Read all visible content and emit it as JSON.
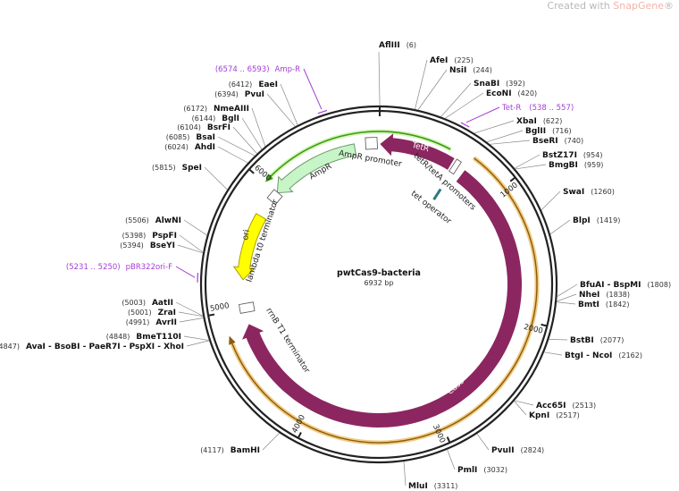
{
  "watermark": {
    "prefix": "Created with ",
    "brand": "SnapGene",
    "suffix": "®"
  },
  "plasmid": {
    "name": "pwtCas9-bacteria",
    "length": "6932 bp",
    "total_bp": 6932
  },
  "ticks": [
    "1000",
    "2000",
    "3000",
    "4000",
    "5000",
    "6000"
  ],
  "colors": {
    "cas9": "#8b2660",
    "ampr": "#c8f5c8",
    "ori": "#ffff00",
    "orange": "#e8a82a",
    "green_line": "#3e9a12",
    "primer": "#a43cd8",
    "backbone": "#222222"
  },
  "features": [
    {
      "label": "TetR",
      "type": "cds"
    },
    {
      "label": "Cas9",
      "type": "cds"
    },
    {
      "label": "AmpR",
      "type": "cds"
    },
    {
      "label": "ori",
      "type": "rep_origin"
    },
    {
      "label": "AmpR promoter",
      "type": "promoter"
    },
    {
      "label": "tetR/tetA promoters",
      "type": "promoter"
    },
    {
      "label": "tet operator",
      "type": "protein_bind"
    },
    {
      "label": "lambda t0 terminator",
      "type": "terminator"
    },
    {
      "label": "rrnB T1 terminator",
      "type": "terminator"
    }
  ],
  "primers": [
    {
      "name": "Amp-R",
      "range": "(6574 .. 6593)",
      "bp": 6583
    },
    {
      "name": "Tet-R",
      "range": "(538 .. 557)",
      "bp": 547
    },
    {
      "name": "pBR322ori-F",
      "range": "(5231 .. 5250)",
      "bp": 5240
    }
  ],
  "enzymes": [
    {
      "name": "AflIII",
      "pos": "(6)",
      "bp": 6
    },
    {
      "name": "AfeI",
      "pos": "(225)",
      "bp": 225
    },
    {
      "name": "NsiI",
      "pos": "(244)",
      "bp": 244
    },
    {
      "name": "SnaBI",
      "pos": "(392)",
      "bp": 392
    },
    {
      "name": "EcoNI",
      "pos": "(420)",
      "bp": 420
    },
    {
      "name": "XbaI",
      "pos": "(622)",
      "bp": 622
    },
    {
      "name": "BglII",
      "pos": "(716)",
      "bp": 716
    },
    {
      "name": "BseRI",
      "pos": "(740)",
      "bp": 740
    },
    {
      "name": "BstZ17I",
      "pos": "(954)",
      "bp": 954
    },
    {
      "name": "BmgBI",
      "pos": "(959)",
      "bp": 959
    },
    {
      "name": "SwaI",
      "pos": "(1260)",
      "bp": 1260
    },
    {
      "name": "BlpI",
      "pos": "(1419)",
      "bp": 1419
    },
    {
      "name": "BfuAI - BspMI",
      "pos": "(1808)",
      "bp": 1808
    },
    {
      "name": "NheI",
      "pos": "(1838)",
      "bp": 1838
    },
    {
      "name": "BmtI",
      "pos": "(1842)",
      "bp": 1842
    },
    {
      "name": "BstBI",
      "pos": "(2077)",
      "bp": 2077
    },
    {
      "name": "BtgI - NcoI",
      "pos": "(2162)",
      "bp": 2162
    },
    {
      "name": "Acc65I",
      "pos": "(2513)",
      "bp": 2513
    },
    {
      "name": "KpnI",
      "pos": "(2517)",
      "bp": 2517
    },
    {
      "name": "PvuII",
      "pos": "(2824)",
      "bp": 2824
    },
    {
      "name": "PmlI",
      "pos": "(3032)",
      "bp": 3032
    },
    {
      "name": "MluI",
      "pos": "(3311)",
      "bp": 3311
    },
    {
      "name": "BamHI",
      "pos": "(4117)",
      "bp": 4117
    },
    {
      "name": "AvaI - BsoBI - PaeR7I - PspXI - XhoI",
      "pos": "(4847)",
      "bp": 4847
    },
    {
      "name": "BmeT110I",
      "pos": "(4848)",
      "bp": 4848
    },
    {
      "name": "AvrII",
      "pos": "(4991)",
      "bp": 4991
    },
    {
      "name": "ZraI",
      "pos": "(5001)",
      "bp": 5001
    },
    {
      "name": "AatII",
      "pos": "(5003)",
      "bp": 5003
    },
    {
      "name": "BseYI",
      "pos": "(5394)",
      "bp": 5394
    },
    {
      "name": "PspFI",
      "pos": "(5398)",
      "bp": 5398
    },
    {
      "name": "AlwNI",
      "pos": "(5506)",
      "bp": 5506
    },
    {
      "name": "SpeI",
      "pos": "(5815)",
      "bp": 5815
    },
    {
      "name": "AhdI",
      "pos": "(6024)",
      "bp": 6024
    },
    {
      "name": "BsaI",
      "pos": "(6085)",
      "bp": 6085
    },
    {
      "name": "BsrFI",
      "pos": "(6104)",
      "bp": 6104
    },
    {
      "name": "BglI",
      "pos": "(6144)",
      "bp": 6144
    },
    {
      "name": "NmeAIII",
      "pos": "(6172)",
      "bp": 6172
    },
    {
      "name": "PvuI",
      "pos": "(6394)",
      "bp": 6394
    },
    {
      "name": "EaeI",
      "pos": "(6412)",
      "bp": 6412
    }
  ]
}
